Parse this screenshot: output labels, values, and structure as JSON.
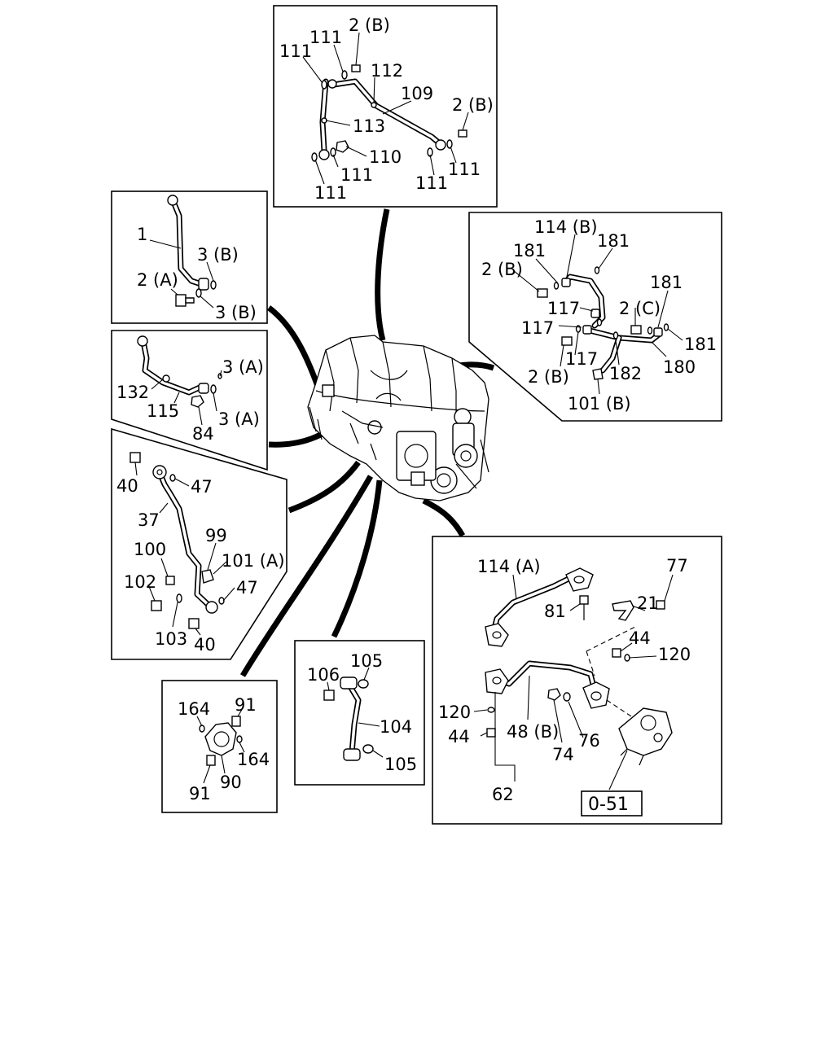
{
  "labels": {
    "top": [
      "2 (B)",
      "111",
      "111",
      "112",
      "109",
      "2 (B)",
      "113",
      "110",
      "111",
      "111",
      "111",
      "111"
    ],
    "box_upper_left": [
      "1",
      "3 (B)",
      "2 (A)",
      "3 (B)"
    ],
    "box_mid_left": [
      "132",
      "3 (A)",
      "115",
      "3 (A)",
      "84"
    ],
    "box_left": [
      "40",
      "47",
      "37",
      "99",
      "100",
      "101 (A)",
      "102",
      "47",
      "103",
      "40"
    ],
    "box_right_top": [
      "114 (B)",
      "181",
      "181",
      "2 (B)",
      "181",
      "117",
      "2 (C)",
      "117",
      "181",
      "117",
      "182",
      "180",
      "2 (B)",
      "101 (B)"
    ],
    "box_bottom_small_left": [
      "164",
      "91",
      "164",
      "91",
      "90"
    ],
    "box_bottom_mid": [
      "105",
      "106",
      "104",
      "105"
    ],
    "box_bottom_right": [
      "114 (A)",
      "77",
      "21",
      "81",
      "44",
      "120",
      "120",
      "44",
      "48 (B)",
      "74",
      "76",
      "62"
    ]
  },
  "reference_box": "0-51"
}
